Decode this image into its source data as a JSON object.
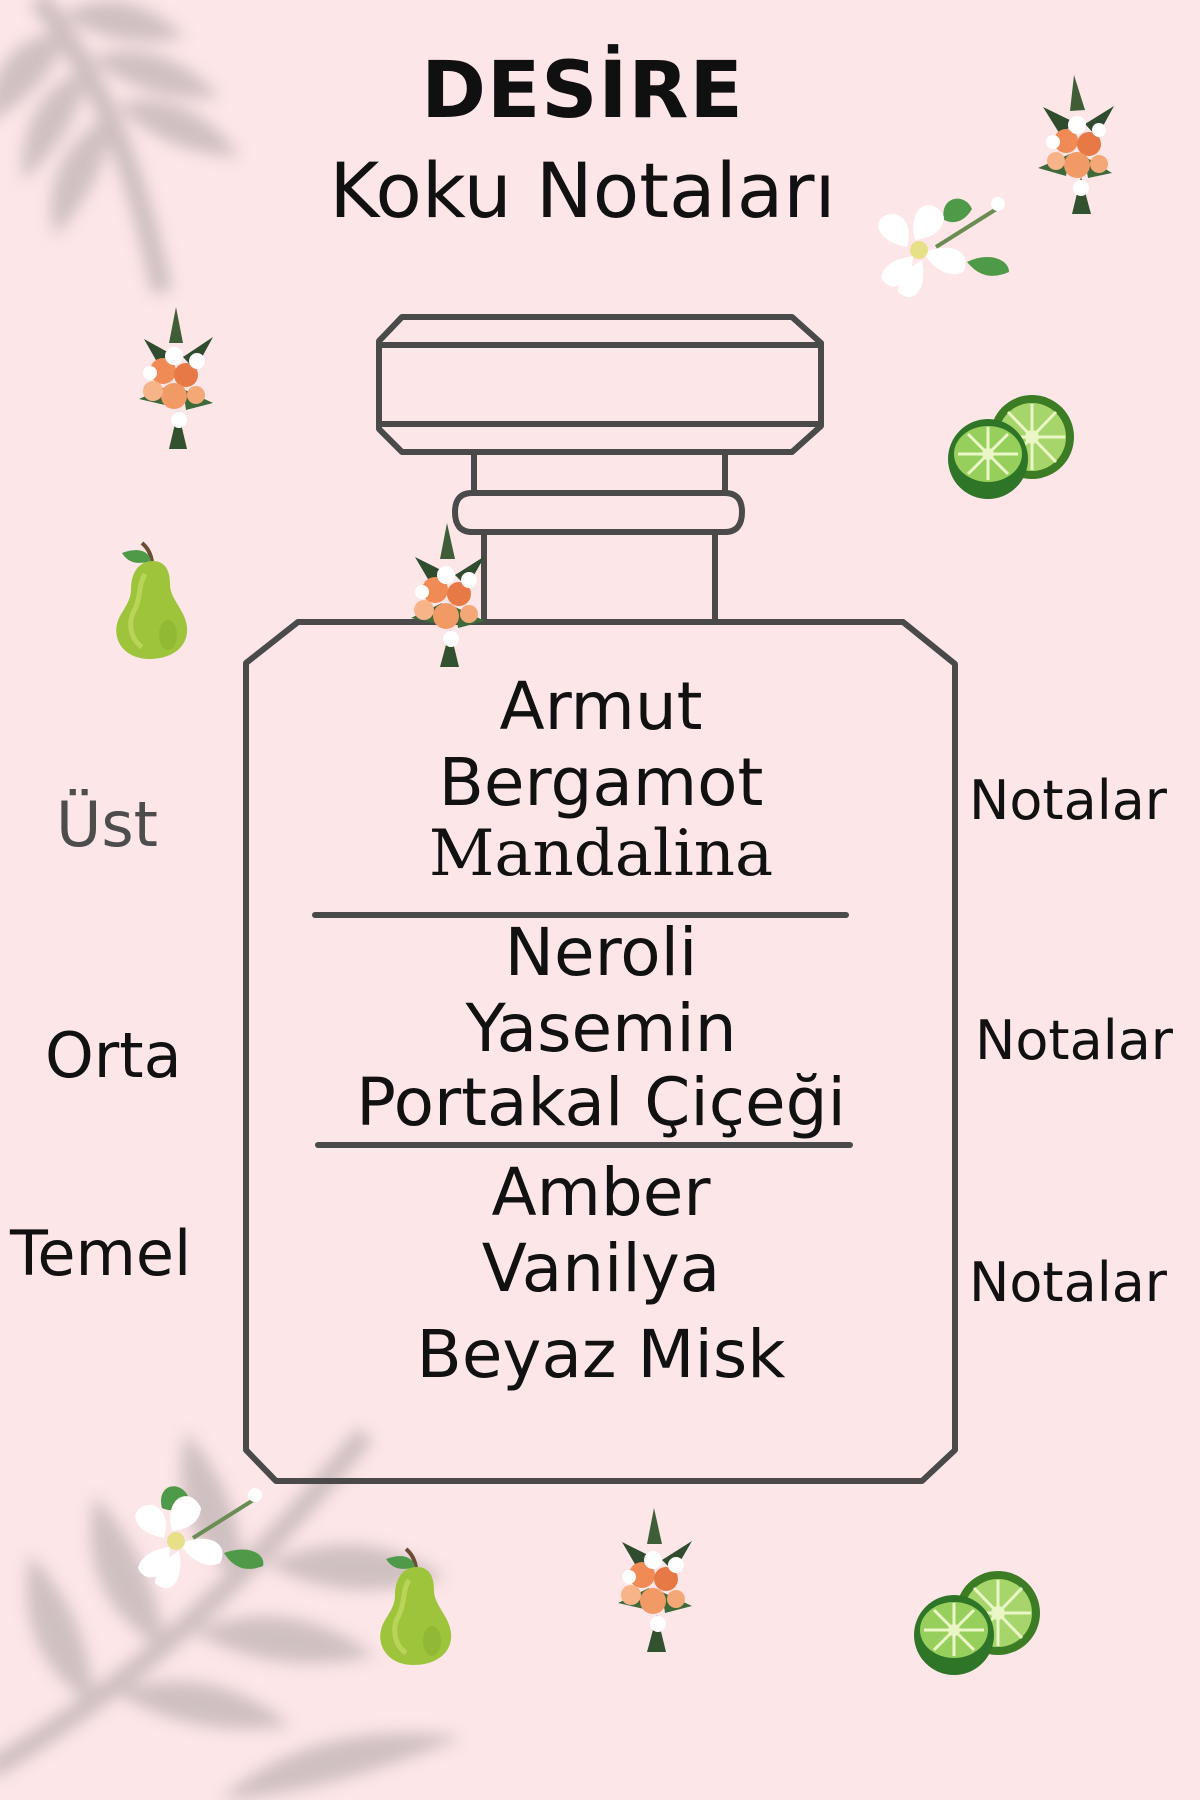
{
  "header": {
    "title": "DESİRE",
    "subtitle": "Koku Notaları"
  },
  "sections": {
    "top": {
      "label": "Üst",
      "suffix": "Notalar",
      "notes": [
        "Armut",
        "Bergamot",
        "Mandalina"
      ]
    },
    "middle": {
      "label": "Orta",
      "suffix": "Notalar",
      "notes": [
        "Neroli",
        "Yasemin",
        "Portakal Çiçeği"
      ]
    },
    "base": {
      "label": "Temel",
      "suffix": "Notalar",
      "notes": [
        "Amber",
        "Vanilya",
        "Beyaz Misk"
      ]
    }
  },
  "decorations": [
    "orange-blossom-icon",
    "jasmine-icon",
    "lime-icon",
    "pear-icon",
    "leaf-shadow-icon"
  ],
  "colors": {
    "background": "#fde6e8",
    "outline": "#4a4a4a",
    "text": "#111111",
    "muted_label": "#4d4d4d",
    "lime_green": "#4e9b2d",
    "pear_green": "#9fc43a",
    "orange_flower": "#e17c48"
  }
}
